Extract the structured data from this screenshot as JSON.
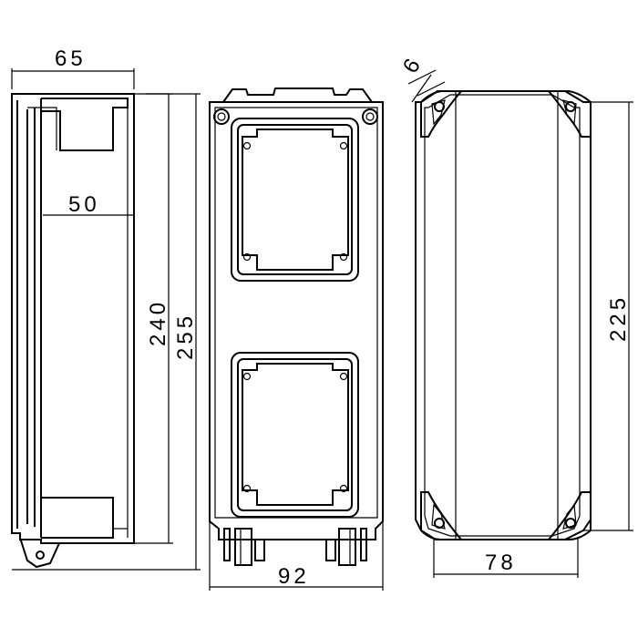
{
  "drawing": {
    "views": [
      "side",
      "front",
      "back"
    ],
    "dimensions": {
      "side_depth_outer": "65",
      "side_depth_inner": "50",
      "side_height_inner": "240",
      "side_height_outer": "255",
      "front_width": "92",
      "back_inset": "6",
      "back_height": "225",
      "back_width": "78"
    },
    "colors": {
      "line": "#000000",
      "background": "#ffffff"
    }
  }
}
